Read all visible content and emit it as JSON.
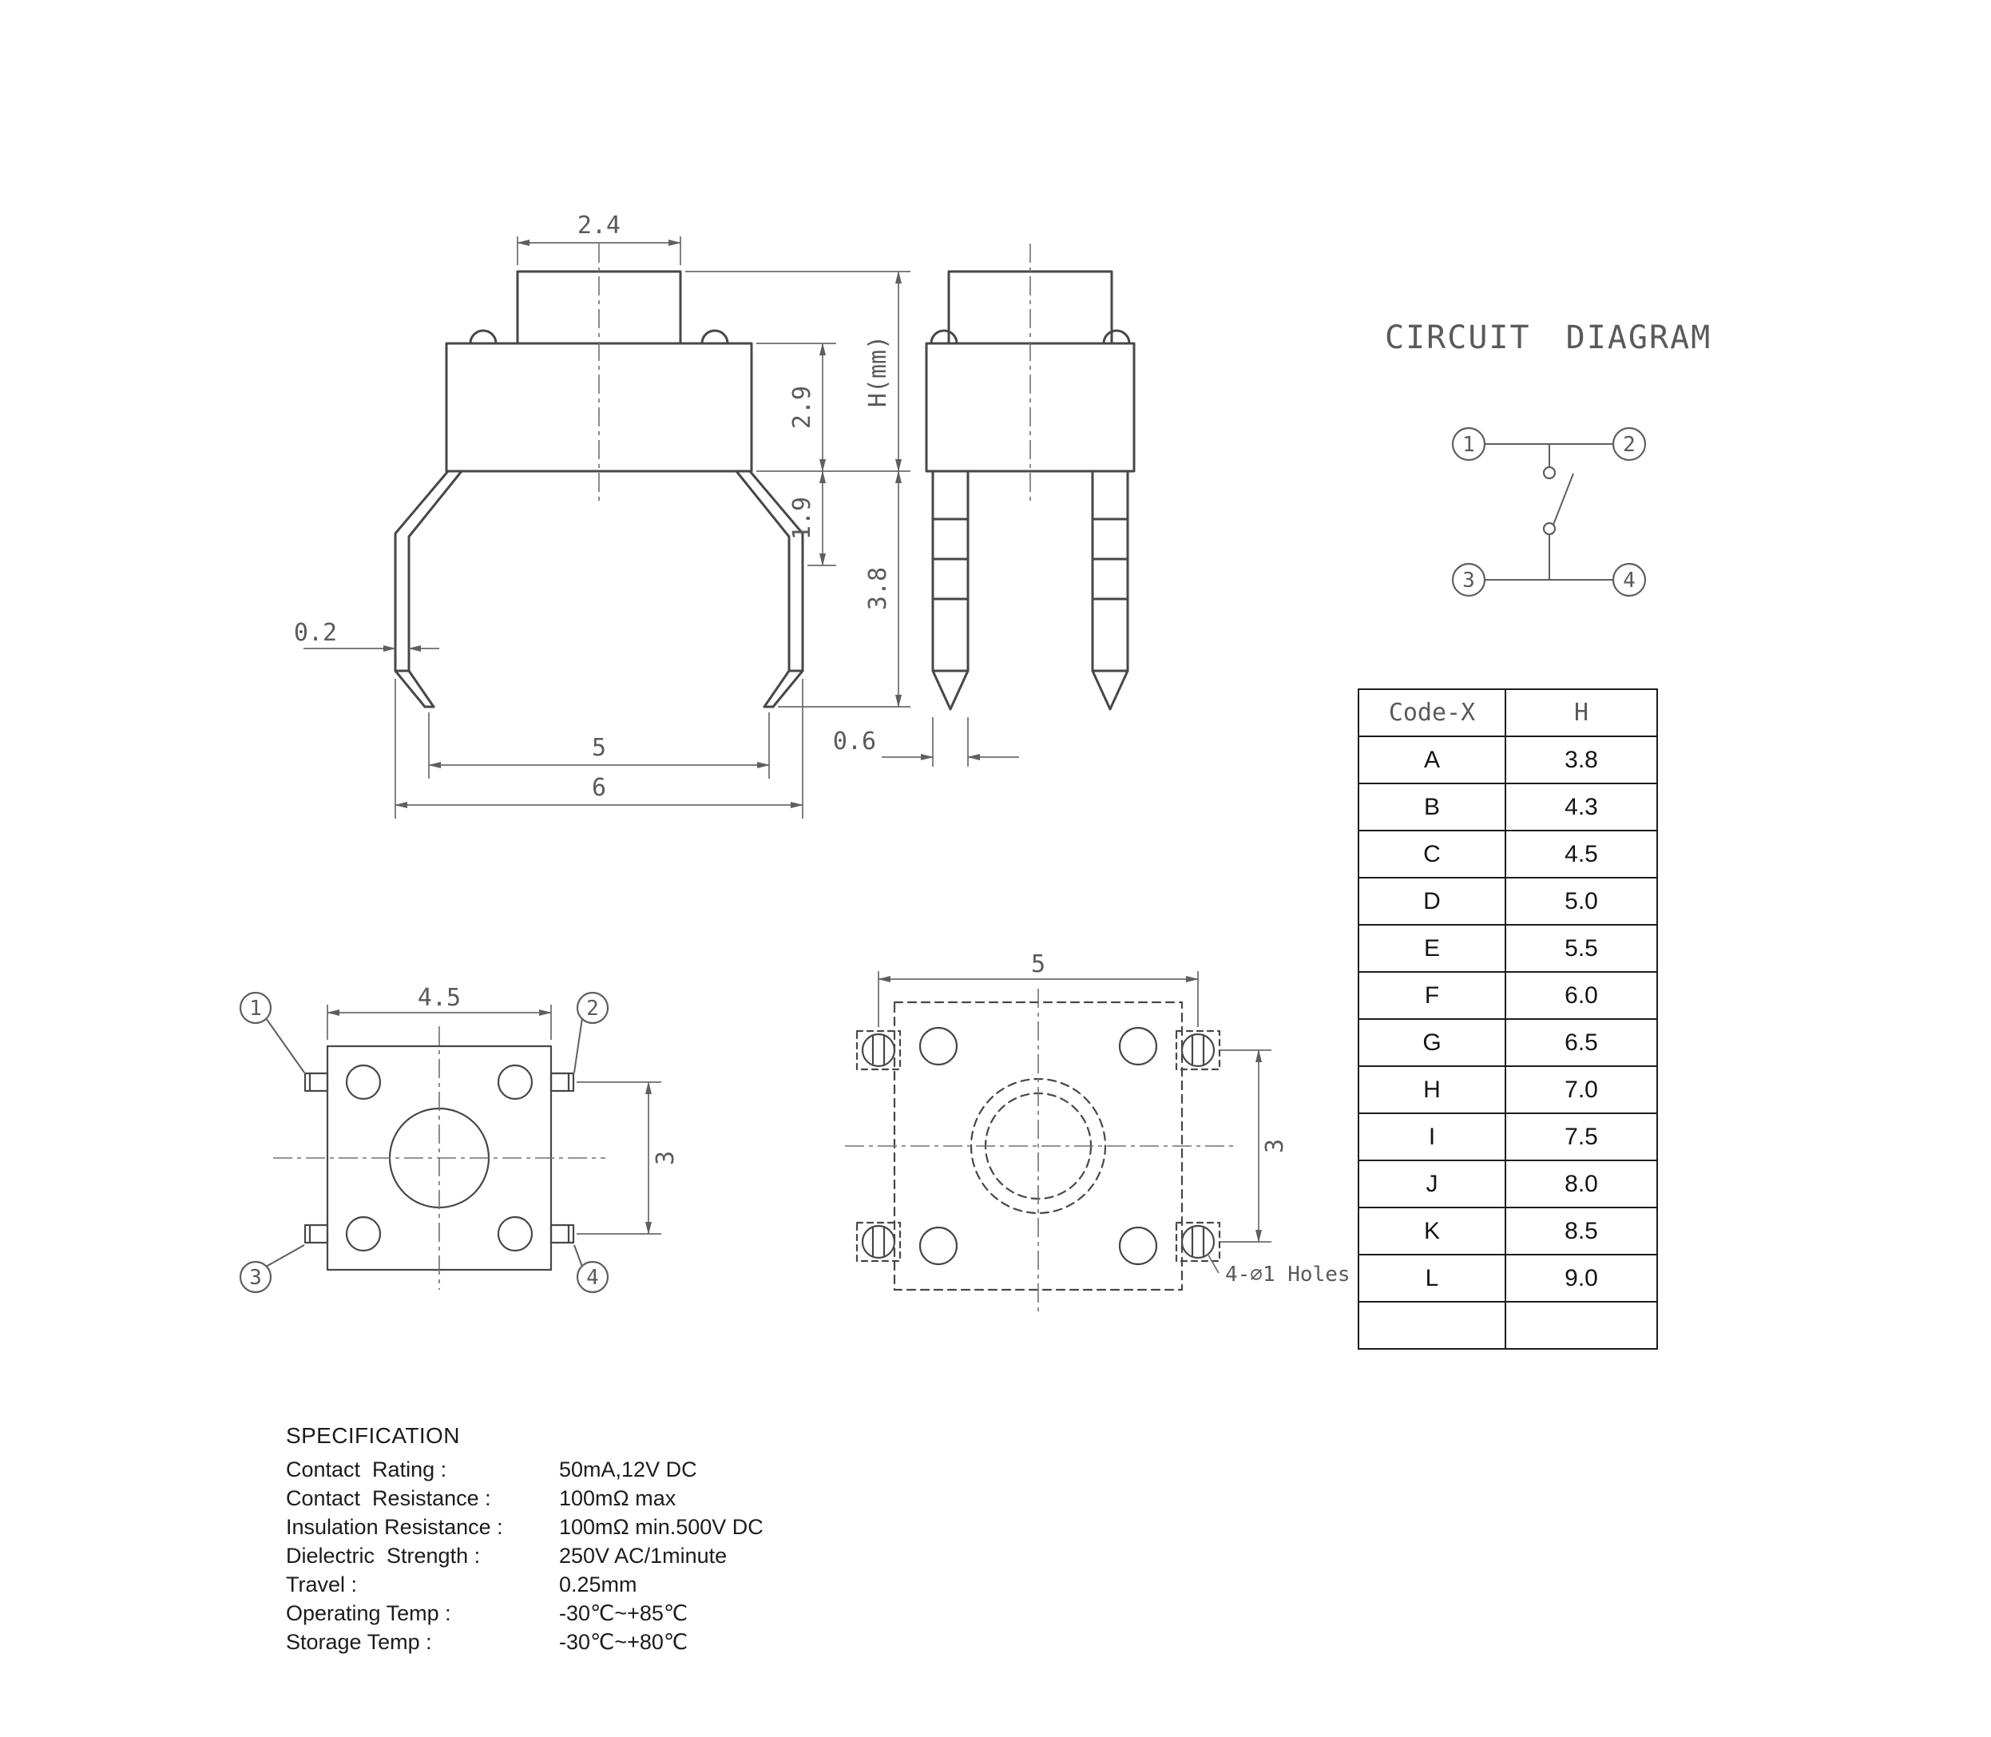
{
  "title": "CIRCUIT DIAGRAM",
  "front_view": {
    "stem_width": "2.4",
    "upper_height": "2.9",
    "h_label": "H(mm)",
    "lower_height": "1.9",
    "total_height": "3.8",
    "lead_thickness": "0.2",
    "lead_spacing": "5",
    "lead_span": "6"
  },
  "side_view": {
    "lead_width": "0.6"
  },
  "circuit": {
    "terminals": [
      "1",
      "2",
      "3",
      "4"
    ]
  },
  "top_view": {
    "body_width": "4.5",
    "terminal_pitch": "3",
    "terminals": [
      "1",
      "2",
      "3",
      "4"
    ]
  },
  "pcb_view": {
    "hole_spacing_x": "5",
    "hole_spacing_y": "3",
    "holes_label": "4-∅1 Holes"
  },
  "code_table": {
    "headers": [
      "Code-X",
      "H"
    ],
    "rows": [
      [
        "A",
        "3.8"
      ],
      [
        "B",
        "4.3"
      ],
      [
        "C",
        "4.5"
      ],
      [
        "D",
        "5.0"
      ],
      [
        "E",
        "5.5"
      ],
      [
        "F",
        "6.0"
      ],
      [
        "G",
        "6.5"
      ],
      [
        "H",
        "7.0"
      ],
      [
        "I",
        "7.5"
      ],
      [
        "J",
        "8.0"
      ],
      [
        "K",
        "8.5"
      ],
      [
        "L",
        "9.0"
      ]
    ]
  },
  "specification": {
    "title": "SPECIFICATION",
    "items": [
      {
        "label": "Contact  Rating :",
        "value": "50mA,12V DC"
      },
      {
        "label": "Contact  Resistance :",
        "value": "100mΩ max"
      },
      {
        "label": "Insulation Resistance :",
        "value": "100mΩ min.500V DC"
      },
      {
        "label": "Dielectric  Strength :",
        "value": "250V AC/1minute"
      },
      {
        "label": "Travel :",
        "value": "0.25mm"
      },
      {
        "label": "Operating Temp :",
        "value": "-30℃~+85℃"
      },
      {
        "label": "Storage Temp :",
        "value": "-30℃~+80℃"
      }
    ]
  }
}
